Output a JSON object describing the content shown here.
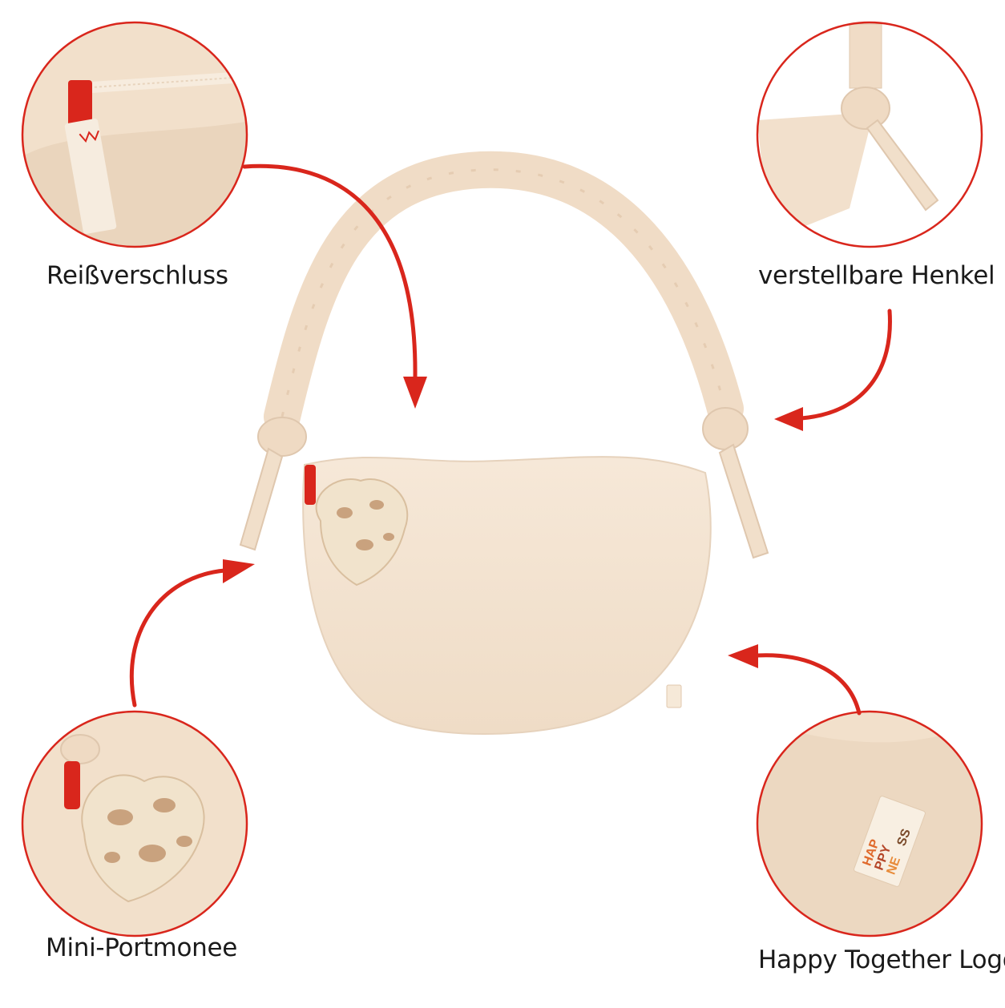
{
  "colors": {
    "accent_red": "#d9261c",
    "bag_cream": "#f4e4d2",
    "bag_shadow": "#e3cdb6",
    "leopard_spot": "#c9a27e",
    "heart_fabric": "#f1e3cc"
  },
  "features": [
    {
      "id": "zip",
      "label": "Reißverschluss"
    },
    {
      "id": "handle",
      "label": "verstellbare Henkel"
    },
    {
      "id": "purse",
      "label": "Mini-Portmonee"
    },
    {
      "id": "logo",
      "label": "Happy Together Logo"
    }
  ],
  "tag": {
    "line1": "HAP",
    "line2": "PPY",
    "line3": "NE",
    "line4": "SS"
  },
  "icons": [
    "arrow-icon",
    "zipper-pull-icon",
    "heart-purse-icon",
    "logo-tag-icon"
  ]
}
